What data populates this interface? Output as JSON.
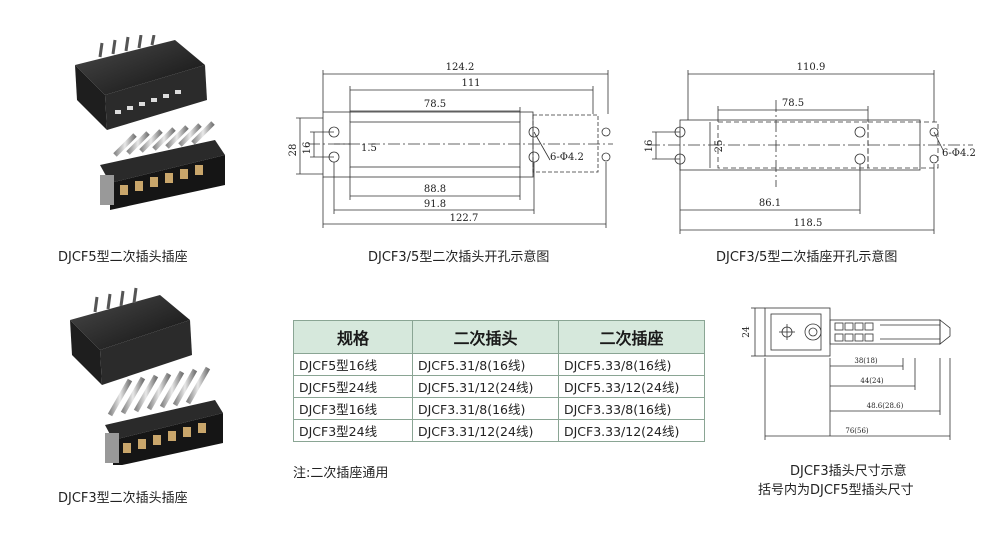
{
  "captions": {
    "photo_top": "DJCF5型二次插头插座",
    "photo_bottom": "DJCF3型二次插头插座",
    "drawing_plug": "DJCF3/5型二次插头开孔示意图",
    "drawing_socket": "DJCF3/5型二次插座开孔示意图",
    "size_line1": "DJCF3插头尺寸示意",
    "size_line2": "括号内为DJCF5型插头尺寸"
  },
  "plug_dims": {
    "d1": "124.2",
    "d2": "111",
    "d3": "78.5",
    "d4": "1.5",
    "d5": "6-Φ4.2",
    "d6": "28",
    "d7": "16",
    "d8": "88.8",
    "d9": "91.8",
    "d10": "122.7"
  },
  "socket_dims": {
    "d1": "110.9",
    "d2": "78.5",
    "d3": "6-Φ4.2",
    "d4": "16",
    "d5": "25",
    "d6": "86.1",
    "d7": "118.5"
  },
  "size_dims": {
    "h": "24",
    "l1": "38(18)",
    "l2": "44(24)",
    "l3": "48.6(28.6)",
    "l4": "76(56)"
  },
  "table": {
    "headers": [
      "规格",
      "二次插头",
      "二次插座"
    ],
    "rows": [
      [
        "DJCF5型16线",
        "DJCF5.31/8(16线)",
        "DJCF5.33/8(16线)"
      ],
      [
        "DJCF5型24线",
        "DJCF5.31/12(24线)",
        "DJCF5.33/12(24线)"
      ],
      [
        "DJCF3型16线",
        "DJCF3.31/8(16线)",
        "DJCF3.33/8(16线)"
      ],
      [
        "DJCF3型24线",
        "DJCF3.31/12(24线)",
        "DJCF3.33/12(24线)"
      ]
    ],
    "note": "注:二次插座通用"
  },
  "colors": {
    "header_bg": "#d6e8dc",
    "line": "#333333"
  }
}
